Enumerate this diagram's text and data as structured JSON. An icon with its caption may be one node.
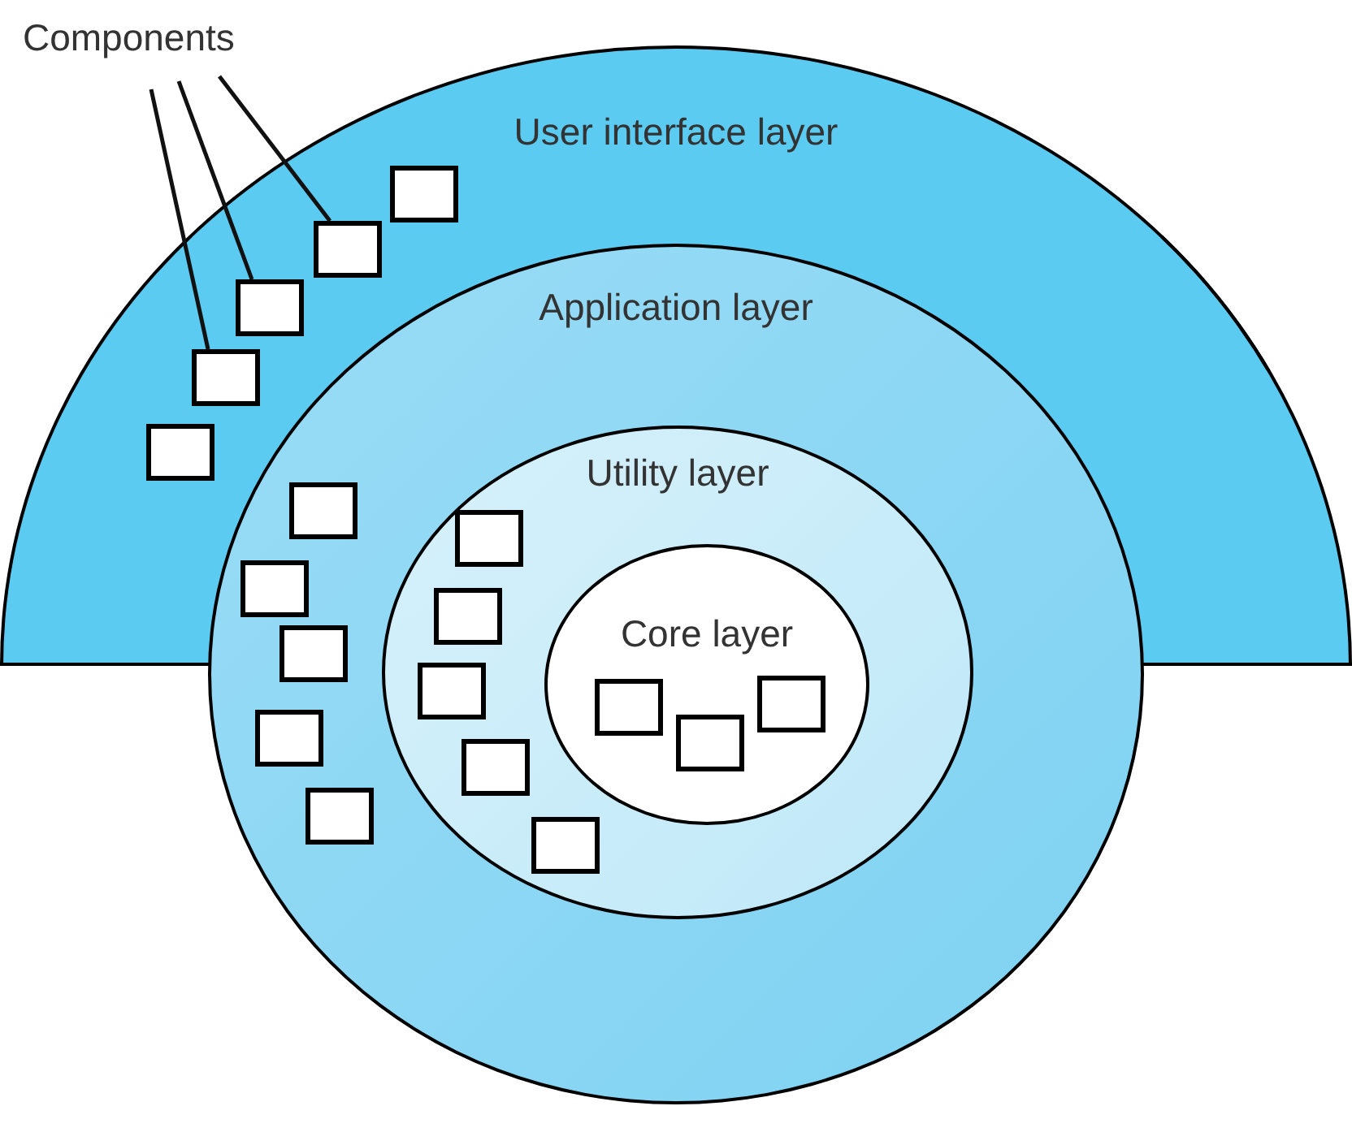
{
  "diagram": {
    "nodes": [
      {
        "text": [
          "Components"
        ]
      },
      {
        "text": [
          "User interface layer"
        ]
      },
      {
        "text": [],
        "shape": "box",
        "in": 1
      },
      {
        "text": [],
        "shape": "box",
        "in": 1
      },
      {
        "text": [],
        "shape": "box"
      },
      {
        "text": [],
        "shape": "box",
        "in": 1
      },
      {
        "text": [],
        "shape": "box",
        "in": 1
      },
      {
        "text": [
          "Application layer"
        ]
      },
      {
        "text": [],
        "shape": "box"
      },
      {
        "text": [],
        "shape": "box"
      },
      {
        "text": [],
        "shape": "box",
        "in": 7
      },
      {
        "text": [],
        "shape": "box",
        "in": 7
      },
      {
        "text": [],
        "shape": "box",
        "in": 7
      },
      {
        "text": [
          "Utility layer"
        ],
        "in": 7
      },
      {
        "text": [],
        "shape": "box"
      },
      {
        "text": [],
        "shape": "box"
      },
      {
        "text": [],
        "shape": "box",
        "in": 13
      },
      {
        "text": [],
        "shape": "box",
        "in": 13
      },
      {
        "text": [],
        "shape": "box",
        "in": 13
      },
      {
        "text": [
          "Core layer"
        ],
        "in": 13
      },
      {
        "text": [],
        "shape": "box",
        "in": 19
      },
      {
        "text": [],
        "shape": "box",
        "in": 19
      },
      {
        "text": [],
        "shape": "box",
        "in": 19
      }
    ],
    "edges": [
      {
        "from": 0,
        "to": 3,
        "arrow": "none"
      },
      {
        "from": 0,
        "to": 4,
        "arrow": "none"
      },
      {
        "from": 0,
        "to": 5,
        "arrow": "none"
      }
    ]
  }
}
